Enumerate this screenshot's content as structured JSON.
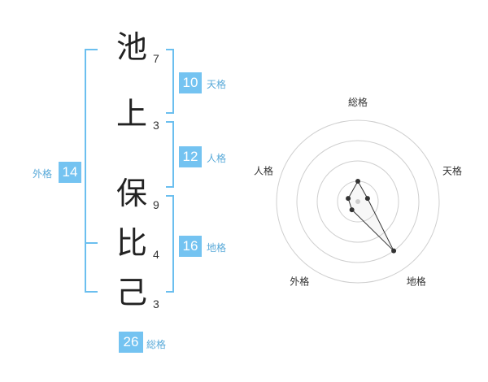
{
  "name": {
    "chars": [
      {
        "char": "池",
        "strokes": "7"
      },
      {
        "char": "上",
        "strokes": "3"
      },
      {
        "char": "保",
        "strokes": "9"
      },
      {
        "char": "比",
        "strokes": "4"
      },
      {
        "char": "己",
        "strokes": "3"
      }
    ]
  },
  "fortune": {
    "tenkaku": {
      "value": "10",
      "label": "天格"
    },
    "jinkaku": {
      "value": "12",
      "label": "人格"
    },
    "chikaku": {
      "value": "16",
      "label": "地格"
    },
    "gaikaku": {
      "value": "14",
      "label": "外格"
    },
    "soukaku": {
      "value": "26",
      "label": "総格"
    }
  },
  "chart_data": {
    "type": "radar",
    "axes": [
      "総格",
      "天格",
      "地格",
      "外格",
      "人格"
    ],
    "values": [
      2,
      1,
      6,
      1,
      1
    ],
    "rmax": 4
  },
  "colors": {
    "accent": "#74c3f1",
    "bracket": "#6bbfef"
  }
}
